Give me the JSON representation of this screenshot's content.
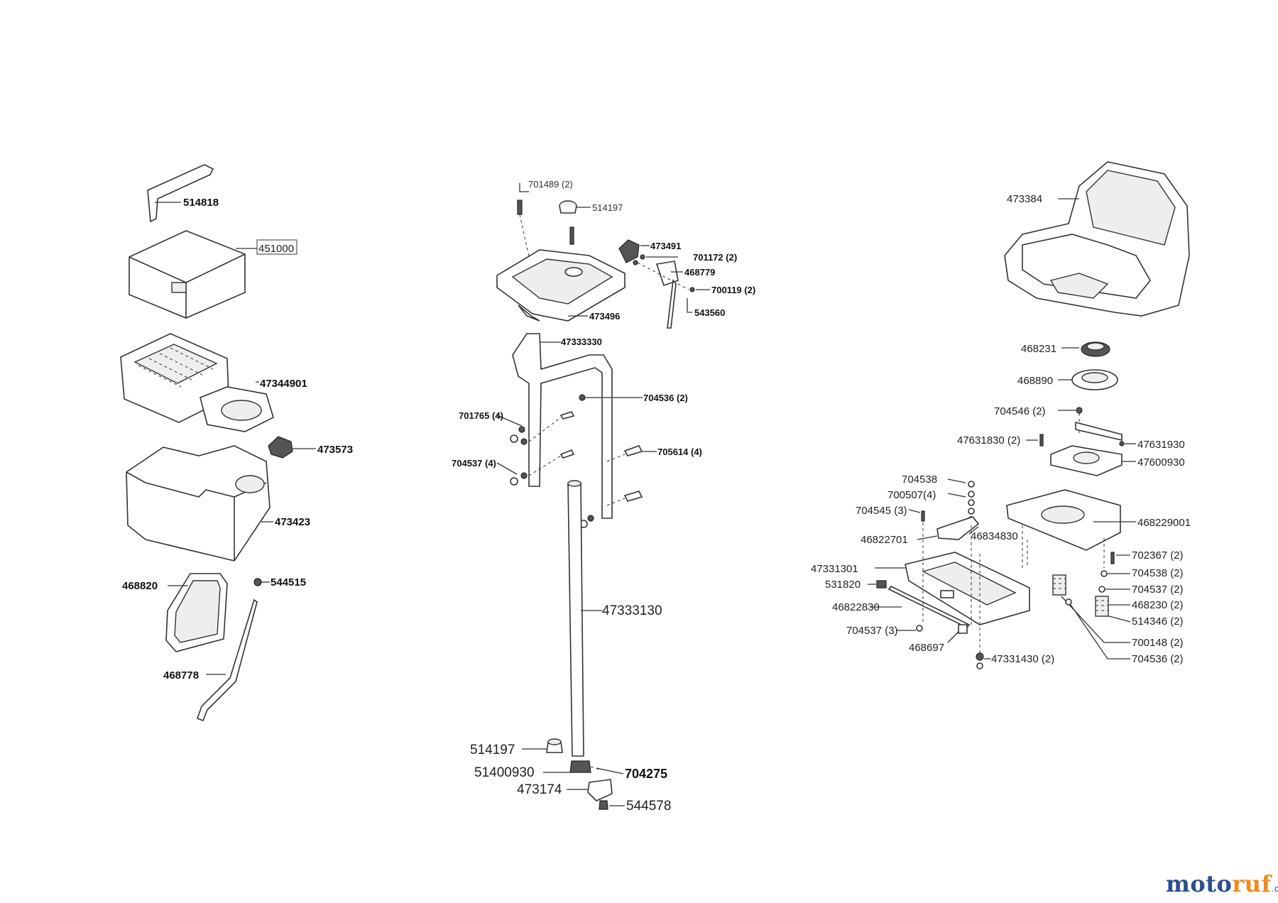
{
  "labels": {
    "p514818": "514818",
    "p451000": "451000",
    "p47344901": "47344901",
    "p473573": "473573",
    "p473423": "473423",
    "p468820": "468820",
    "p544515": "544515",
    "p468778": "468778",
    "p701489": "701489 (2)",
    "p514197_top": "514197",
    "p473491": "473491",
    "p701172": "701172 (2)",
    "p468779": "468779",
    "p700119": "700119 (2)",
    "p543560": "543560",
    "p473496": "473496",
    "p47333330": "47333330",
    "p704536_c": "704536 (2)",
    "p701765": "701765 (4)",
    "p704537_c": "704537 (4)",
    "p705614": "705614 (4)",
    "p47333130": "47333130",
    "p514197_bot": "514197",
    "p51400930": "51400930",
    "p704275": "704275",
    "p473174": "473174",
    "p544578": "544578",
    "p473384": "473384",
    "p468231": "468231",
    "p468890": "468890",
    "p704546": "704546 (2)",
    "p47631830": "47631830 (2)",
    "p47631930": "47631930",
    "p47600930": "47600930",
    "p704538_l": "704538",
    "p700507": "700507(4)",
    "p704545": "704545 (3)",
    "p46822701": "46822701",
    "p46834830": "46834830",
    "p468229001": "468229001",
    "p702367": "702367 (2)",
    "p47331301": "47331301",
    "p704538_r": "704538 (2)",
    "p531820": "531820",
    "p704537_r": "704537 (2)",
    "p46822830": "46822830",
    "p468230": "468230 (2)",
    "p514346": "514346 (2)",
    "p704537_l": "704537 (3)",
    "p700148": "700148 (2)",
    "p468697": "468697",
    "p47331430": "47331430 (2)",
    "p704536_r": "704536 (2)"
  },
  "brand": {
    "part1": "moto",
    "part2": "ruf",
    "tld": ".de"
  },
  "colors": {
    "line": "#333333",
    "brand_blue": "#2b4f8f",
    "brand_orange": "#f08a1c"
  }
}
